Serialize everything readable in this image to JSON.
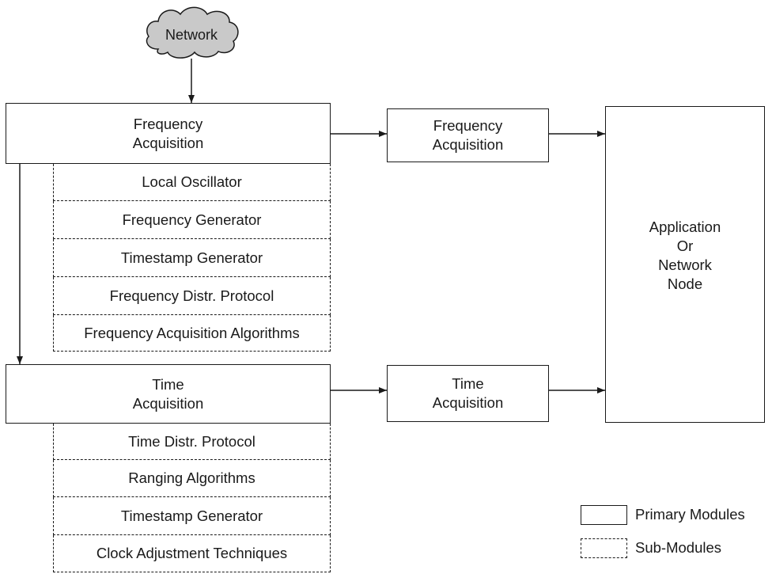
{
  "network": {
    "label": "Network",
    "fill": "#c9c9c9"
  },
  "frequency": {
    "primary": "Frequency\nAcquisition",
    "submodules": [
      "Local Oscillator",
      "Frequency Generator",
      "Timestamp Generator",
      "Frequency Distr. Protocol",
      "Frequency Acquisition Algorithms"
    ],
    "output": "Frequency\nAcquisition"
  },
  "time": {
    "primary": "Time\nAcquisition",
    "submodules": [
      "Time Distr. Protocol",
      "Ranging Algorithms",
      "Timestamp Generator",
      "Clock Adjustment Techniques"
    ],
    "output": "Time\nAcquisition"
  },
  "application": {
    "label": "Application\nOr\nNetwork\nNode"
  },
  "legend": {
    "primary": "Primary Modules",
    "sub": "Sub-Modules"
  },
  "colors": {
    "line": "#1a1a1a",
    "background": "#ffffff"
  }
}
